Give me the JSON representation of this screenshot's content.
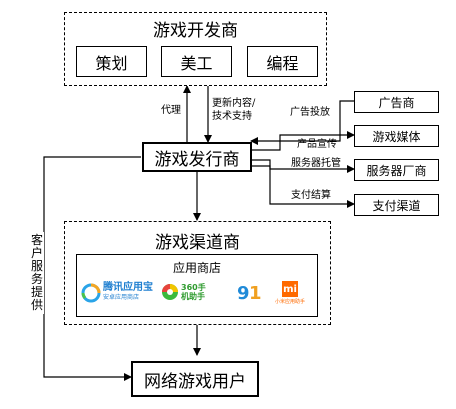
{
  "developer": {
    "title": "游戏开发商",
    "roles": [
      "策划",
      "美工",
      "编程"
    ]
  },
  "publisher": {
    "title": "游戏发行商"
  },
  "channel": {
    "title": "游戏渠道商",
    "store_title": "应用商店",
    "logos": [
      {
        "name": "腾讯应用宝",
        "sub": "安卓应用商店",
        "icon": "tencent-myapp-icon"
      },
      {
        "name": "360手机助手",
        "icon": "360-assistant-icon"
      },
      {
        "name": "91",
        "icon": "91-assistant-icon"
      },
      {
        "name": "小米应用助手",
        "icon": "xiaomi-icon"
      }
    ]
  },
  "users": {
    "title": "网络游戏用户"
  },
  "partners": [
    "广告商",
    "游戏媒体",
    "服务器厂商",
    "支付渠道"
  ],
  "labels": {
    "agent": "代理",
    "update_support": [
      "更新内容/",
      "技术支持"
    ],
    "ad": "广告投放",
    "promo": "产品宣传",
    "hosting": "服务器托管",
    "payment": "支付结算",
    "customer_service": "客户服务提供"
  }
}
